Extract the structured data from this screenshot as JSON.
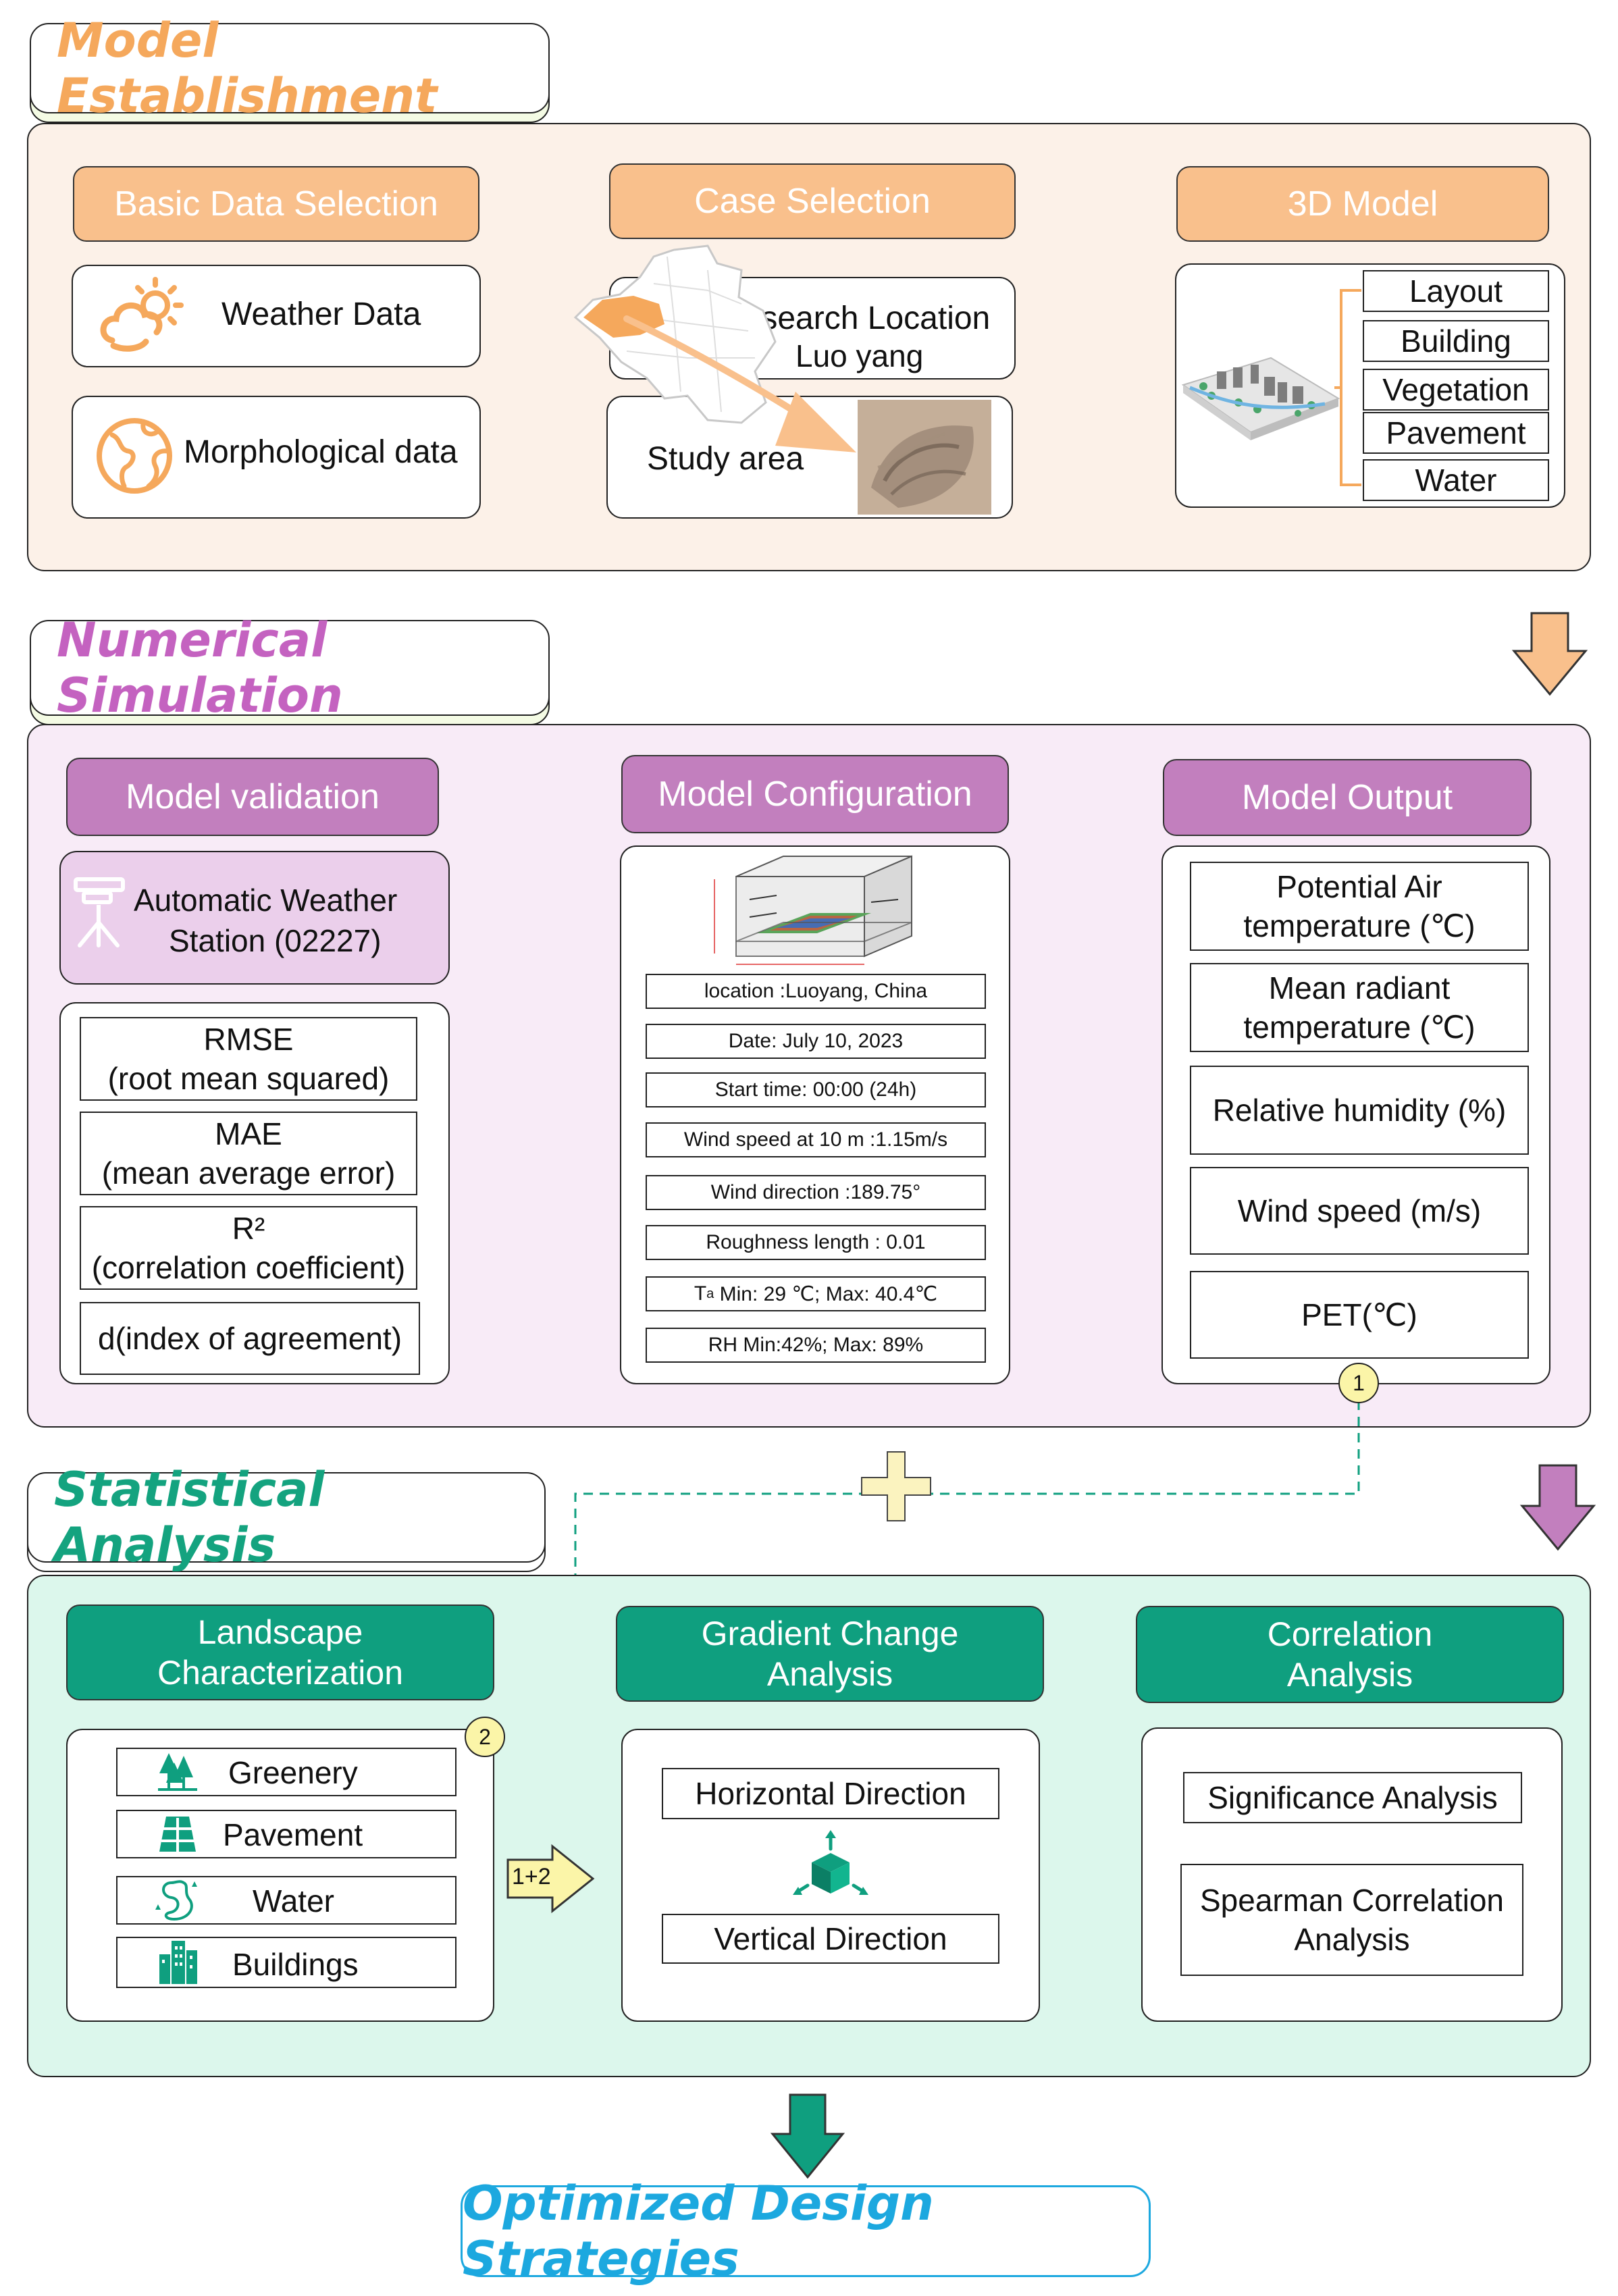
{
  "sections": {
    "model_establishment": {
      "title": "Model Establishment",
      "basic_data_selection": "Basic Data Selection",
      "weather_data": "Weather Data",
      "morphological_data": "Morphological data",
      "case_selection": "Case Selection",
      "research_location": "Research Location",
      "research_location_city": "Luo yang",
      "study_area": "Study area",
      "model_3d": "3D Model",
      "model_3d_items": [
        "Layout",
        "Building",
        "Vegetation",
        "Pavement",
        "Water"
      ]
    },
    "numerical_simulation": {
      "title": "Numerical Simulation",
      "model_validation": "Model validation",
      "aws_line1": "Automatic Weather",
      "aws_line2": "Station (02227)",
      "metrics": [
        {
          "line1": "RMSE",
          "line2": "(root mean squared)"
        },
        {
          "line1": "MAE",
          "line2": "(mean average error)"
        },
        {
          "line1": "R²",
          "line2": "(correlation coefficient)"
        },
        {
          "line1": "d(index of agreement)",
          "line2": ""
        }
      ],
      "model_configuration": "Model Configuration",
      "config_items": [
        "location :Luoyang, China",
        "Date: July 10, 2023",
        "Start time: 00:00 (24h)",
        "Wind speed at 10 m :1.15m/s",
        "Wind direction :189.75°",
        "Roughness length : 0.01"
      ],
      "config_ta_symbol": "T",
      "config_ta_sub": "a",
      "config_ta_rest": " Min: 29 ℃; Max: 40.4℃",
      "config_rh": "RH Min:42%; Max: 89%",
      "model_output": "Model Output",
      "outputs": [
        {
          "line1": "Potential Air",
          "line2": "temperature (℃)"
        },
        {
          "line1": "Mean radiant",
          "line2": "temperature (℃)"
        },
        {
          "line1": "Relative humidity (%)",
          "line2": ""
        },
        {
          "line1": "Wind speed (m/s)",
          "line2": ""
        },
        {
          "line1": "PET(℃)",
          "line2": ""
        }
      ],
      "marker1": "1"
    },
    "statistical_analysis": {
      "title": "Statistical Analysis",
      "landscape_line1": "Landscape",
      "landscape_line2": "Characterization",
      "landscape_items": [
        "Greenery",
        "Pavement",
        "Water",
        "Buildings"
      ],
      "marker2": "2",
      "combine_label": "1+2",
      "gradient_line1": "Gradient Change",
      "gradient_line2": "Analysis",
      "horizontal": "Horizontal Direction",
      "vertical": "Vertical Direction",
      "correlation_line1": "Correlation",
      "correlation_line2": "Analysis",
      "significance": "Significance Analysis",
      "spearman_line1": "Spearman Correlation",
      "spearman_line2": "Analysis"
    },
    "final": {
      "title": "Optimized Design Strategies"
    }
  },
  "colors": {
    "orange": "#f9c08c",
    "orange_title": "#f5a85c",
    "orange_bg": "#fcf1e8",
    "purple": "#c27fbe",
    "purple_bg": "#f8ebf7",
    "purple_title": "#c462c0",
    "green": "#0f9f7f",
    "green_bg": "#dcf7ec",
    "green_title": "#14a37f",
    "blue_title": "#1ca8df"
  }
}
